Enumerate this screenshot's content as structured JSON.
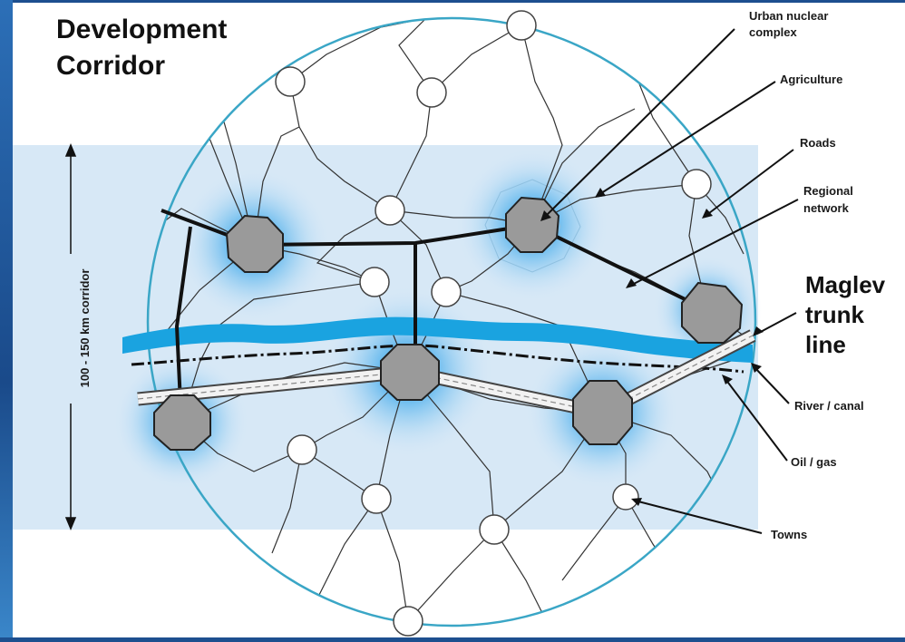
{
  "diagram": {
    "title_line1": "Development",
    "title_line2": "Corridor",
    "corridor_width": "100 - 150 km corridor",
    "labels": {
      "urban_line1": "Urban nuclear",
      "urban_line2": "complex",
      "agriculture": "Agriculture",
      "roads": "Roads",
      "regional_line1": "Regional",
      "regional_line2": "network",
      "maglev_line1": "Maglev",
      "maglev_line2": "trunk",
      "maglev_line3": "line",
      "river": "River / canal",
      "oil_gas": "Oil / gas",
      "towns": "Towns"
    },
    "colors": {
      "corridor_band": "#d7e8f6",
      "river": "#1aa3e0",
      "circle": "#3aa6c6",
      "complex": "#9a9a9a",
      "halo": "#2f9ae0",
      "frame": "#1d4f8f"
    }
  }
}
